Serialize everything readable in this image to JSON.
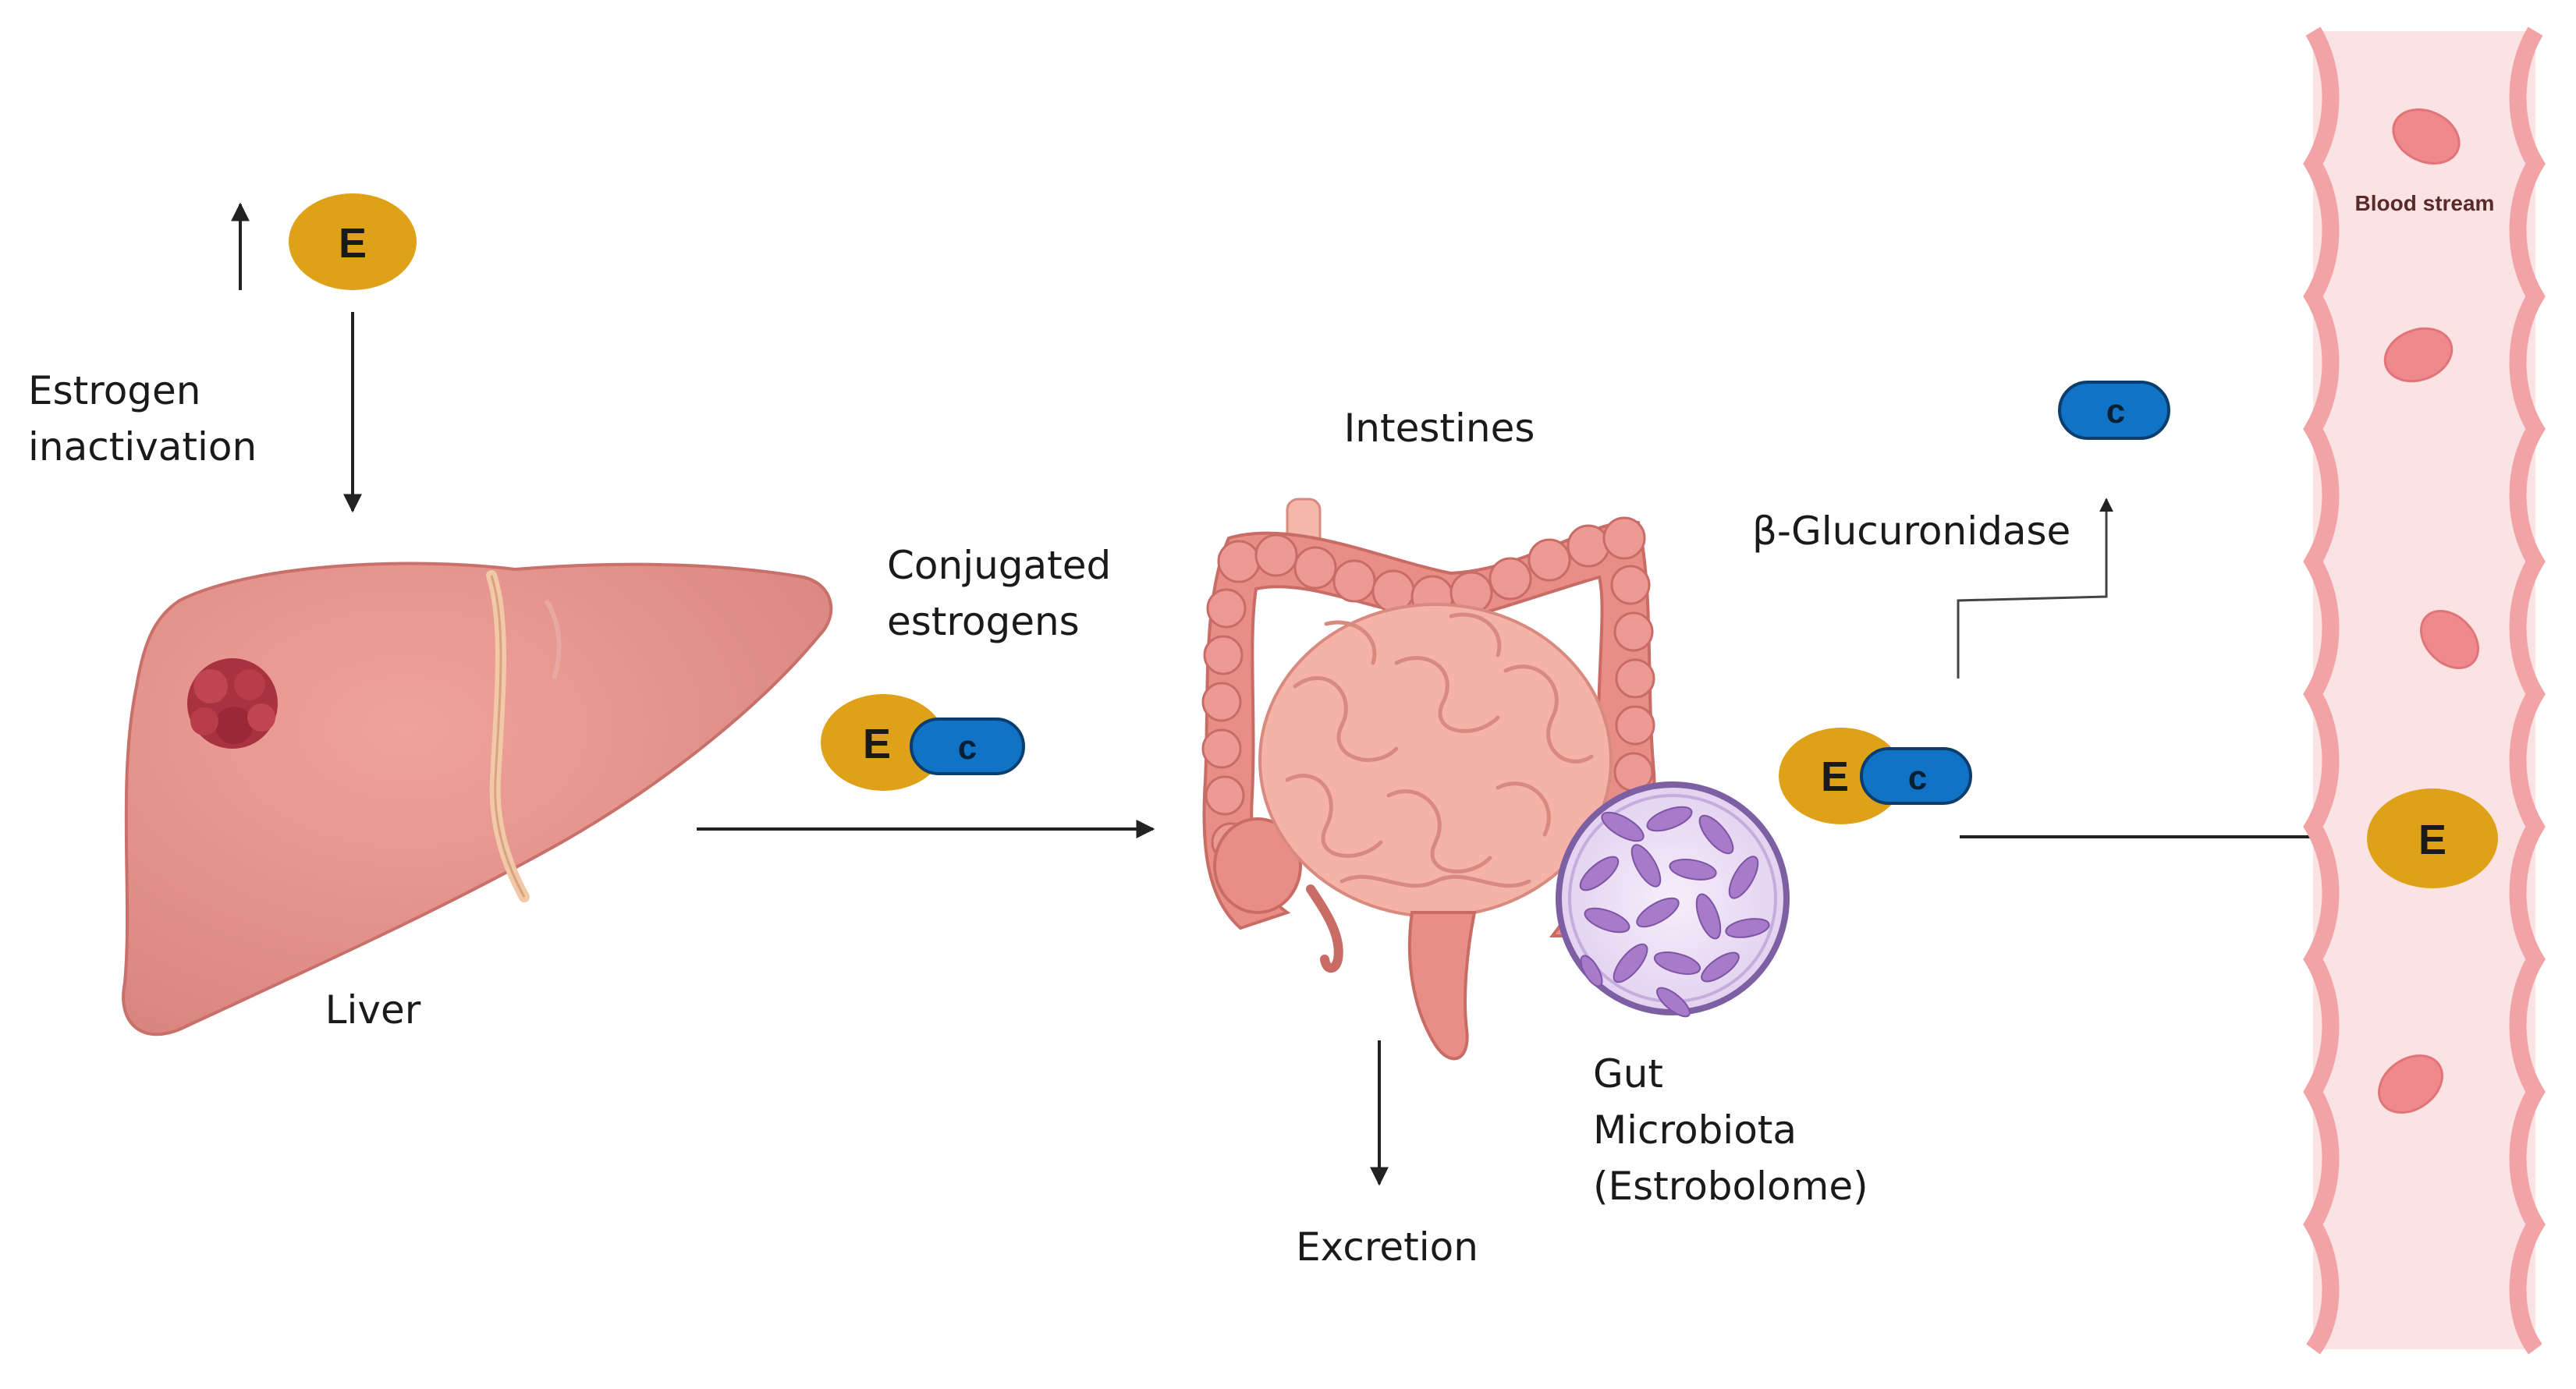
{
  "labels": {
    "estrogen_inactivation_1": "Estrogen",
    "estrogen_inactivation_2": "inactivation",
    "liver": "Liver",
    "conjugated_1": "Conjugated",
    "conjugated_2": "estrogens",
    "intestines": "Intestines",
    "excretion": "Excretion",
    "gut_1": "Gut",
    "gut_2": "Microbiota",
    "gut_3": "(Estrobolome)",
    "glucuronidase": "β-Glucuronidase",
    "blood_stream": "Blood stream"
  },
  "molecules": {
    "estrogen": "E",
    "conjugate": "c"
  },
  "colors": {
    "estrogen_fill": "#DFA117",
    "conjugate_fill": "#1173C5",
    "liver_fill": "#E3928B",
    "tumor_fill": "#A8323F",
    "vessel_fill": "#FBE3E3",
    "vessel_wall": "#F1A3A6",
    "rbc_fill": "#EE8A8E",
    "microbe_fill": "#A77BC8",
    "intestine_fill": "#F0A9A0"
  },
  "icons": {
    "liver": "liver-organ-icon",
    "intestines": "intestines-organ-icon",
    "microbiota": "microbiota-circle-icon",
    "blood_vessel": "blood-vessel-icon"
  }
}
